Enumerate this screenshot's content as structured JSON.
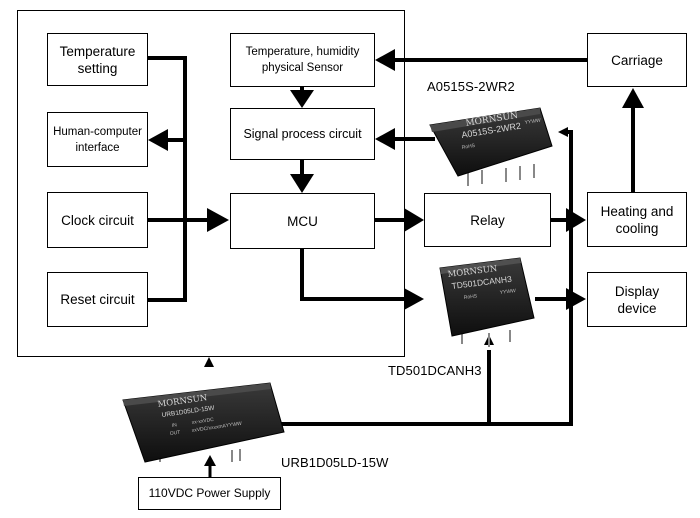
{
  "blocks": {
    "temperature_setting": "Temperature\nsetting",
    "human_computer_interface": "Human-computer\ninterface",
    "clock_circuit": "Clock circuit",
    "reset_circuit": "Reset circuit",
    "sensor": "Temperature, humidity\nphysical Sensor",
    "signal_process": "Signal process circuit",
    "mcu": "MCU",
    "relay": "Relay",
    "carriage": "Carriage",
    "heating_cooling": "Heating and\ncooling",
    "display_device": "Display\ndevice",
    "power_supply": "110VDC Power Supply"
  },
  "modules": {
    "a0515": {
      "caption": "A0515S-2WR2",
      "brand": "MORNSUN",
      "model": "A0515S-2WR2",
      "marks": "RoHS",
      "date": "YYWW"
    },
    "td501": {
      "caption": "TD501DCANH3",
      "brand": "MORNSUN",
      "model": "TD501DCANH3",
      "marks": "RoHS",
      "date": "YYWW"
    },
    "urb1d05": {
      "caption": "URB1D05LD-15W",
      "brand": "MORNSUN",
      "model": "URB1D05LD-15W",
      "in_label": "IN",
      "in_value": "xx-xxVDC",
      "out_label": "OUT",
      "out_value": "xxVDC/xxxxmA",
      "date": "YYWW"
    }
  },
  "colors": {
    "line": "#000000",
    "module_body": "#1b1b1b",
    "module_text": "#d8d8d8"
  }
}
